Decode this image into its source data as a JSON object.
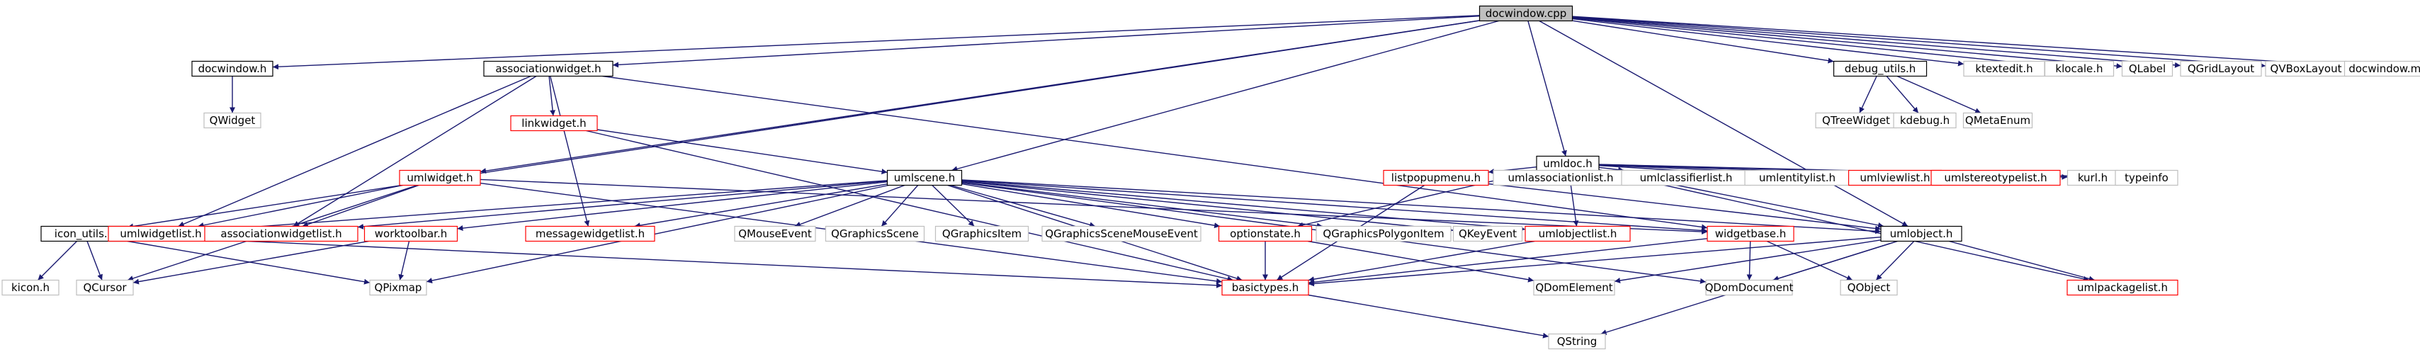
{
  "diagram": {
    "colors": {
      "edge": "#191970",
      "border_ok": "#000000",
      "border_missing": "#ff0000",
      "border_external": "#bfbfbf",
      "root_fill": "#bfbfbf",
      "node_fill": "#ffffff"
    },
    "nodes": [
      {
        "id": "docwindow_cpp",
        "label": "docwindow.cpp",
        "kind": "root"
      },
      {
        "id": "docwindow_h",
        "label": "docwindow.h",
        "kind": "normal"
      },
      {
        "id": "associationwidget_h",
        "label": "associationwidget.h",
        "kind": "normal"
      },
      {
        "id": "umldoc_h",
        "label": "umldoc.h",
        "kind": "normal"
      },
      {
        "id": "debug_utils_h",
        "label": "debug_utils.h",
        "kind": "normal"
      },
      {
        "id": "ktextedit_h",
        "label": "ktextedit.h",
        "kind": "external"
      },
      {
        "id": "klocale_h",
        "label": "klocale.h",
        "kind": "external"
      },
      {
        "id": "QLabel",
        "label": "QLabel",
        "kind": "external"
      },
      {
        "id": "QGridLayout",
        "label": "QGridLayout",
        "kind": "external"
      },
      {
        "id": "QVBoxLayout",
        "label": "QVBoxLayout",
        "kind": "external"
      },
      {
        "id": "docwindow_moc",
        "label": "docwindow.moc",
        "kind": "external"
      },
      {
        "id": "QWidget",
        "label": "QWidget",
        "kind": "external"
      },
      {
        "id": "linkwidget_h",
        "label": "linkwidget.h",
        "kind": "missing"
      },
      {
        "id": "QTreeWidget",
        "label": "QTreeWidget",
        "kind": "external"
      },
      {
        "id": "kdebug_h",
        "label": "kdebug.h",
        "kind": "external"
      },
      {
        "id": "QMetaEnum",
        "label": "QMetaEnum",
        "kind": "external"
      },
      {
        "id": "umlwidget_h",
        "label": "umlwidget.h",
        "kind": "missing"
      },
      {
        "id": "umlscene_h",
        "label": "umlscene.h",
        "kind": "normal"
      },
      {
        "id": "listpopupmenu_h",
        "label": "listpopupmenu.h",
        "kind": "missing"
      },
      {
        "id": "umlassociationlist_h",
        "label": "umlassociationlist.h",
        "kind": "external"
      },
      {
        "id": "umlclassifierlist_h",
        "label": "umlclassifierlist.h",
        "kind": "external"
      },
      {
        "id": "umlentitylist_h",
        "label": "umlentitylist.h",
        "kind": "external"
      },
      {
        "id": "umlviewlist_h",
        "label": "umlviewlist.h",
        "kind": "missing"
      },
      {
        "id": "umlstereotypelist_h",
        "label": "umlstereotypelist.h",
        "kind": "missing"
      },
      {
        "id": "kurl_h",
        "label": "kurl.h",
        "kind": "external"
      },
      {
        "id": "typeinfo",
        "label": "typeinfo",
        "kind": "external"
      },
      {
        "id": "icon_utils_h",
        "label": "icon_utils.h",
        "kind": "normal"
      },
      {
        "id": "umlwidgetlist_h",
        "label": "umlwidgetlist.h",
        "kind": "missing"
      },
      {
        "id": "associationwidgetlist_h",
        "label": "associationwidgetlist.h",
        "kind": "missing"
      },
      {
        "id": "worktoolbar_h",
        "label": "worktoolbar.h",
        "kind": "missing"
      },
      {
        "id": "messagewidgetlist_h",
        "label": "messagewidgetlist.h",
        "kind": "missing"
      },
      {
        "id": "QMouseEvent",
        "label": "QMouseEvent",
        "kind": "external"
      },
      {
        "id": "QGraphicsScene",
        "label": "QGraphicsScene",
        "kind": "external"
      },
      {
        "id": "QGraphicsItem",
        "label": "QGraphicsItem",
        "kind": "external"
      },
      {
        "id": "QGraphicsSceneMouseEvent",
        "label": "QGraphicsSceneMouseEvent",
        "kind": "external"
      },
      {
        "id": "optionstate_h",
        "label": "optionstate.h",
        "kind": "missing"
      },
      {
        "id": "QGraphicsPolygonItem",
        "label": "QGraphicsPolygonItem",
        "kind": "external"
      },
      {
        "id": "QKeyEvent",
        "label": "QKeyEvent",
        "kind": "external"
      },
      {
        "id": "umlobjectlist_h",
        "label": "umlobjectlist.h",
        "kind": "missing"
      },
      {
        "id": "widgetbase_h",
        "label": "widgetbase.h",
        "kind": "missing"
      },
      {
        "id": "umlobject_h",
        "label": "umlobject.h",
        "kind": "normal"
      },
      {
        "id": "kicon_h",
        "label": "kicon.h",
        "kind": "external"
      },
      {
        "id": "QCursor",
        "label": "QCursor",
        "kind": "external"
      },
      {
        "id": "QPixmap",
        "label": "QPixmap",
        "kind": "external"
      },
      {
        "id": "basictypes_h",
        "label": "basictypes.h",
        "kind": "missing"
      },
      {
        "id": "QDomElement",
        "label": "QDomElement",
        "kind": "external"
      },
      {
        "id": "QDomDocument",
        "label": "QDomDocument",
        "kind": "external"
      },
      {
        "id": "QObject",
        "label": "QObject",
        "kind": "external"
      },
      {
        "id": "umlpackagelist_h",
        "label": "umlpackagelist.h",
        "kind": "missing"
      },
      {
        "id": "QString",
        "label": "QString",
        "kind": "external"
      }
    ],
    "edges": [
      [
        "docwindow_cpp",
        "docwindow_h"
      ],
      [
        "docwindow_cpp",
        "associationwidget_h"
      ],
      [
        "docwindow_cpp",
        "umldoc_h"
      ],
      [
        "docwindow_cpp",
        "debug_utils_h"
      ],
      [
        "docwindow_cpp",
        "ktextedit_h"
      ],
      [
        "docwindow_cpp",
        "klocale_h"
      ],
      [
        "docwindow_cpp",
        "QLabel"
      ],
      [
        "docwindow_cpp",
        "QGridLayout"
      ],
      [
        "docwindow_cpp",
        "QVBoxLayout"
      ],
      [
        "docwindow_cpp",
        "docwindow_moc"
      ],
      [
        "docwindow_cpp",
        "umlwidget_h"
      ],
      [
        "docwindow_cpp",
        "icon_utils_h"
      ],
      [
        "docwindow_cpp",
        "umlscene_h"
      ],
      [
        "docwindow_cpp",
        "umlobject_h"
      ],
      [
        "docwindow_h",
        "QWidget"
      ],
      [
        "associationwidget_h",
        "linkwidget_h"
      ],
      [
        "associationwidget_h",
        "messagewidgetlist_h"
      ],
      [
        "associationwidget_h",
        "umlwidgetlist_h"
      ],
      [
        "associationwidget_h",
        "associationwidgetlist_h"
      ],
      [
        "associationwidget_h",
        "widgetbase_h"
      ],
      [
        "linkwidget_h",
        "umlscene_h"
      ],
      [
        "linkwidget_h",
        "basictypes_h"
      ],
      [
        "debug_utils_h",
        "QTreeWidget"
      ],
      [
        "debug_utils_h",
        "kdebug_h"
      ],
      [
        "debug_utils_h",
        "QMetaEnum"
      ],
      [
        "umldoc_h",
        "listpopupmenu_h"
      ],
      [
        "umldoc_h",
        "umlassociationlist_h"
      ],
      [
        "umldoc_h",
        "umlclassifierlist_h"
      ],
      [
        "umldoc_h",
        "umlentitylist_h"
      ],
      [
        "umldoc_h",
        "umlviewlist_h"
      ],
      [
        "umldoc_h",
        "umlstereotypelist_h"
      ],
      [
        "umldoc_h",
        "kurl_h"
      ],
      [
        "umldoc_h",
        "typeinfo"
      ],
      [
        "umldoc_h",
        "optionstate_h"
      ],
      [
        "umldoc_h",
        "umlobject_h"
      ],
      [
        "umldoc_h",
        "umlobjectlist_h"
      ],
      [
        "umldoc_h",
        "umlpackagelist_h"
      ],
      [
        "umlwidget_h",
        "umlwidgetlist_h"
      ],
      [
        "umlwidget_h",
        "associationwidgetlist_h"
      ],
      [
        "umlwidget_h",
        "QCursor"
      ],
      [
        "umlwidget_h",
        "widgetbase_h"
      ],
      [
        "umlwidget_h",
        "basictypes_h"
      ],
      [
        "umlscene_h",
        "umlwidgetlist_h"
      ],
      [
        "umlscene_h",
        "associationwidgetlist_h"
      ],
      [
        "umlscene_h",
        "worktoolbar_h"
      ],
      [
        "umlscene_h",
        "messagewidgetlist_h"
      ],
      [
        "umlscene_h",
        "QMouseEvent"
      ],
      [
        "umlscene_h",
        "QGraphicsScene"
      ],
      [
        "umlscene_h",
        "QGraphicsItem"
      ],
      [
        "umlscene_h",
        "QGraphicsSceneMouseEvent"
      ],
      [
        "umlscene_h",
        "optionstate_h"
      ],
      [
        "umlscene_h",
        "QGraphicsPolygonItem"
      ],
      [
        "umlscene_h",
        "QKeyEvent"
      ],
      [
        "umlscene_h",
        "umlobjectlist_h"
      ],
      [
        "umlscene_h",
        "widgetbase_h"
      ],
      [
        "umlscene_h",
        "umlobject_h"
      ],
      [
        "umlscene_h",
        "QPixmap"
      ],
      [
        "umlscene_h",
        "basictypes_h"
      ],
      [
        "umlscene_h",
        "QDomDocument"
      ],
      [
        "listpopupmenu_h",
        "umlobject_h"
      ],
      [
        "listpopupmenu_h",
        "basictypes_h"
      ],
      [
        "icon_utils_h",
        "kicon_h"
      ],
      [
        "icon_utils_h",
        "QCursor"
      ],
      [
        "icon_utils_h",
        "QPixmap"
      ],
      [
        "icon_utils_h",
        "basictypes_h"
      ],
      [
        "worktoolbar_h",
        "QCursor"
      ],
      [
        "worktoolbar_h",
        "QPixmap"
      ],
      [
        "optionstate_h",
        "basictypes_h"
      ],
      [
        "optionstate_h",
        "QDomElement"
      ],
      [
        "umlobjectlist_h",
        "basictypes_h"
      ],
      [
        "widgetbase_h",
        "basictypes_h"
      ],
      [
        "widgetbase_h",
        "QDomDocument"
      ],
      [
        "widgetbase_h",
        "QObject"
      ],
      [
        "umlobject_h",
        "basictypes_h"
      ],
      [
        "umlobject_h",
        "QDomElement"
      ],
      [
        "umlobject_h",
        "QDomDocument"
      ],
      [
        "umlobject_h",
        "QObject"
      ],
      [
        "umlobject_h",
        "umlpackagelist_h"
      ],
      [
        "umlobject_h",
        "QString"
      ],
      [
        "basictypes_h",
        "QString"
      ]
    ]
  }
}
